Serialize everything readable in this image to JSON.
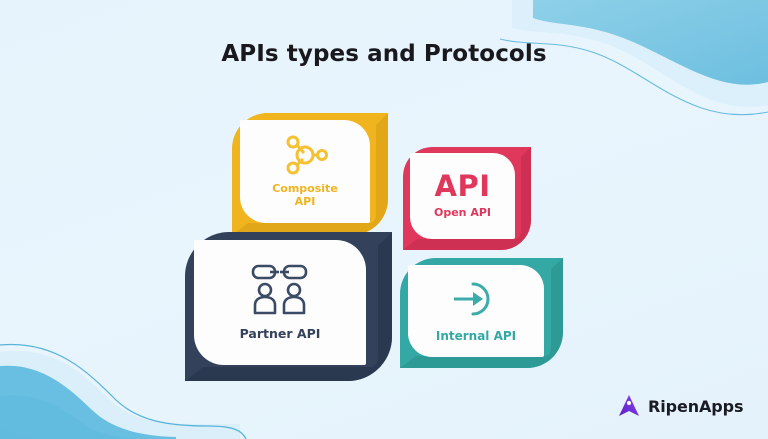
{
  "page": {
    "title": "APIs types and Protocols",
    "background_color": "#e9f4fc",
    "wave_color_strong": "#79c6e4",
    "wave_color_soft": "#d3ecf8"
  },
  "cards": [
    {
      "id": "composite",
      "label": "Composite\nAPI",
      "label_line1": "Composite",
      "label_line2": "API",
      "color": "#f0b41f",
      "shadow_color": "#d79c13",
      "icon": "network-nodes-icon"
    },
    {
      "id": "open",
      "label": "Open API",
      "headline": "API",
      "color": "#e0385c",
      "shadow_color": "#c22b4c",
      "icon": "api-text-icon"
    },
    {
      "id": "partner",
      "label": "Partner API",
      "color": "#33425a",
      "shadow_color": "#27334a",
      "icon": "chain-link-people-icon"
    },
    {
      "id": "internal",
      "label": "Internal API",
      "color": "#34a8a4",
      "shadow_color": "#2a918e",
      "icon": "arrow-into-circle-icon"
    }
  ],
  "logo": {
    "text": "RipenApps",
    "mark_color": "#6a27d4",
    "mark_name": "ripenapps-arrow-mark"
  }
}
